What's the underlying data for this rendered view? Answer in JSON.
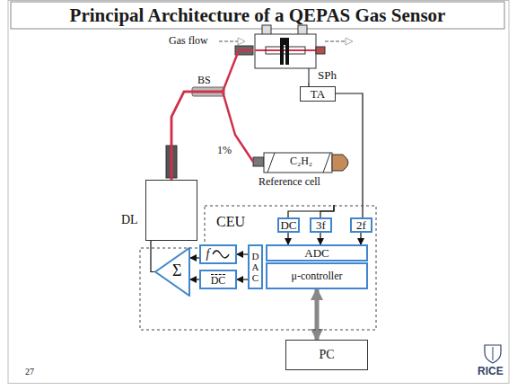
{
  "diagram": {
    "title": "Principal Architecture of a QEPAS Gas Sensor",
    "nodes": [
      {
        "text": [
          "DL"
        ]
      },
      {
        "text": [
          "SPh"
        ]
      },
      {
        "text": [
          "TA"
        ]
      },
      {
        "text": [
          "C₂H₂",
          "Reference cell"
        ]
      },
      {
        "text": [
          "CEU"
        ]
      },
      {
        "text": [
          "DC"
        ],
        "in": 4
      },
      {
        "text": [
          "3f"
        ],
        "in": 4
      },
      {
        "text": [
          "2f"
        ],
        "in": 4
      },
      {
        "text": [
          "ADC"
        ],
        "in": 4
      },
      {
        "text": [
          "μ-controller"
        ],
        "in": 4
      },
      {
        "text": [
          "DAC"
        ],
        "in": 4
      },
      {
        "text": [
          "f"
        ],
        "in": 4
      },
      {
        "text": [
          "DC"
        ],
        "in": 4
      },
      {
        "text": [
          "Σ"
        ],
        "in": 4
      },
      {
        "text": [
          "PC"
        ]
      }
    ],
    "edges": [
      {
        "from": 0,
        "to": 1,
        "arrow": "none"
      },
      {
        "from": 0,
        "to": 3,
        "arrow": "none"
      },
      {
        "from": 1,
        "to": 2,
        "arrow": "none"
      },
      {
        "from": 2,
        "to": 7,
        "arrow": "none"
      },
      {
        "from": 3,
        "to": 5,
        "arrow": "none"
      },
      {
        "from": 3,
        "to": 6,
        "arrow": "none"
      },
      {
        "from": 5,
        "to": 8,
        "arrow": "to"
      },
      {
        "from": 6,
        "to": 8,
        "arrow": "to"
      },
      {
        "from": 7,
        "to": 8,
        "arrow": "to"
      },
      {
        "from": 10,
        "to": 11,
        "arrow": "to"
      },
      {
        "from": 10,
        "to": 12,
        "arrow": "to"
      },
      {
        "from": 11,
        "to": 13,
        "arrow": "to"
      },
      {
        "from": 12,
        "to": 13,
        "arrow": "to"
      },
      {
        "from": 13,
        "to": 0,
        "arrow": "none"
      },
      {
        "from": 9,
        "to": 14,
        "arrow": "both"
      }
    ],
    "labels": [
      "Gas flow",
      "BS",
      "1%",
      "27",
      "RICE"
    ]
  }
}
